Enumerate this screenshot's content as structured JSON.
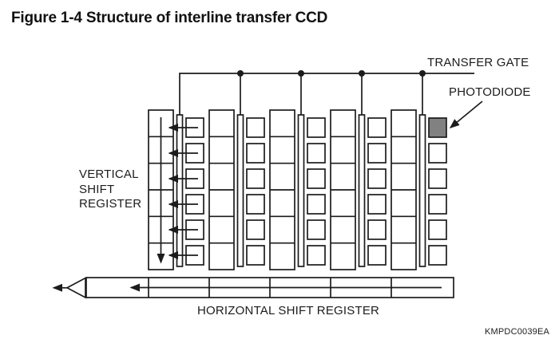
{
  "figure": {
    "title": "Figure 1-4  Structure of interline transfer CCD",
    "part_number": "KMPDC0039EA"
  },
  "labels": {
    "transfer_gate": "TRANSFER GATE",
    "photodiode": "PHOTODIODE",
    "vertical_shift_register": "VERTICAL\nSHIFT\nREGISTER",
    "horizontal_shift_register": "HORIZONTAL SHIFT REGISTER"
  },
  "diagram": {
    "type": "interline-transfer-ccd-structure",
    "columns": 5,
    "cells_per_vertical_register": 6,
    "photodiodes_per_column": 6,
    "horizontal_register_cells": 6,
    "highlighted_photodiode": {
      "column_index": 4,
      "row_index": 0
    },
    "colors": {
      "line": "#1c1c1c",
      "photodiode_fill": "#818181",
      "background": "#ffffff"
    }
  }
}
